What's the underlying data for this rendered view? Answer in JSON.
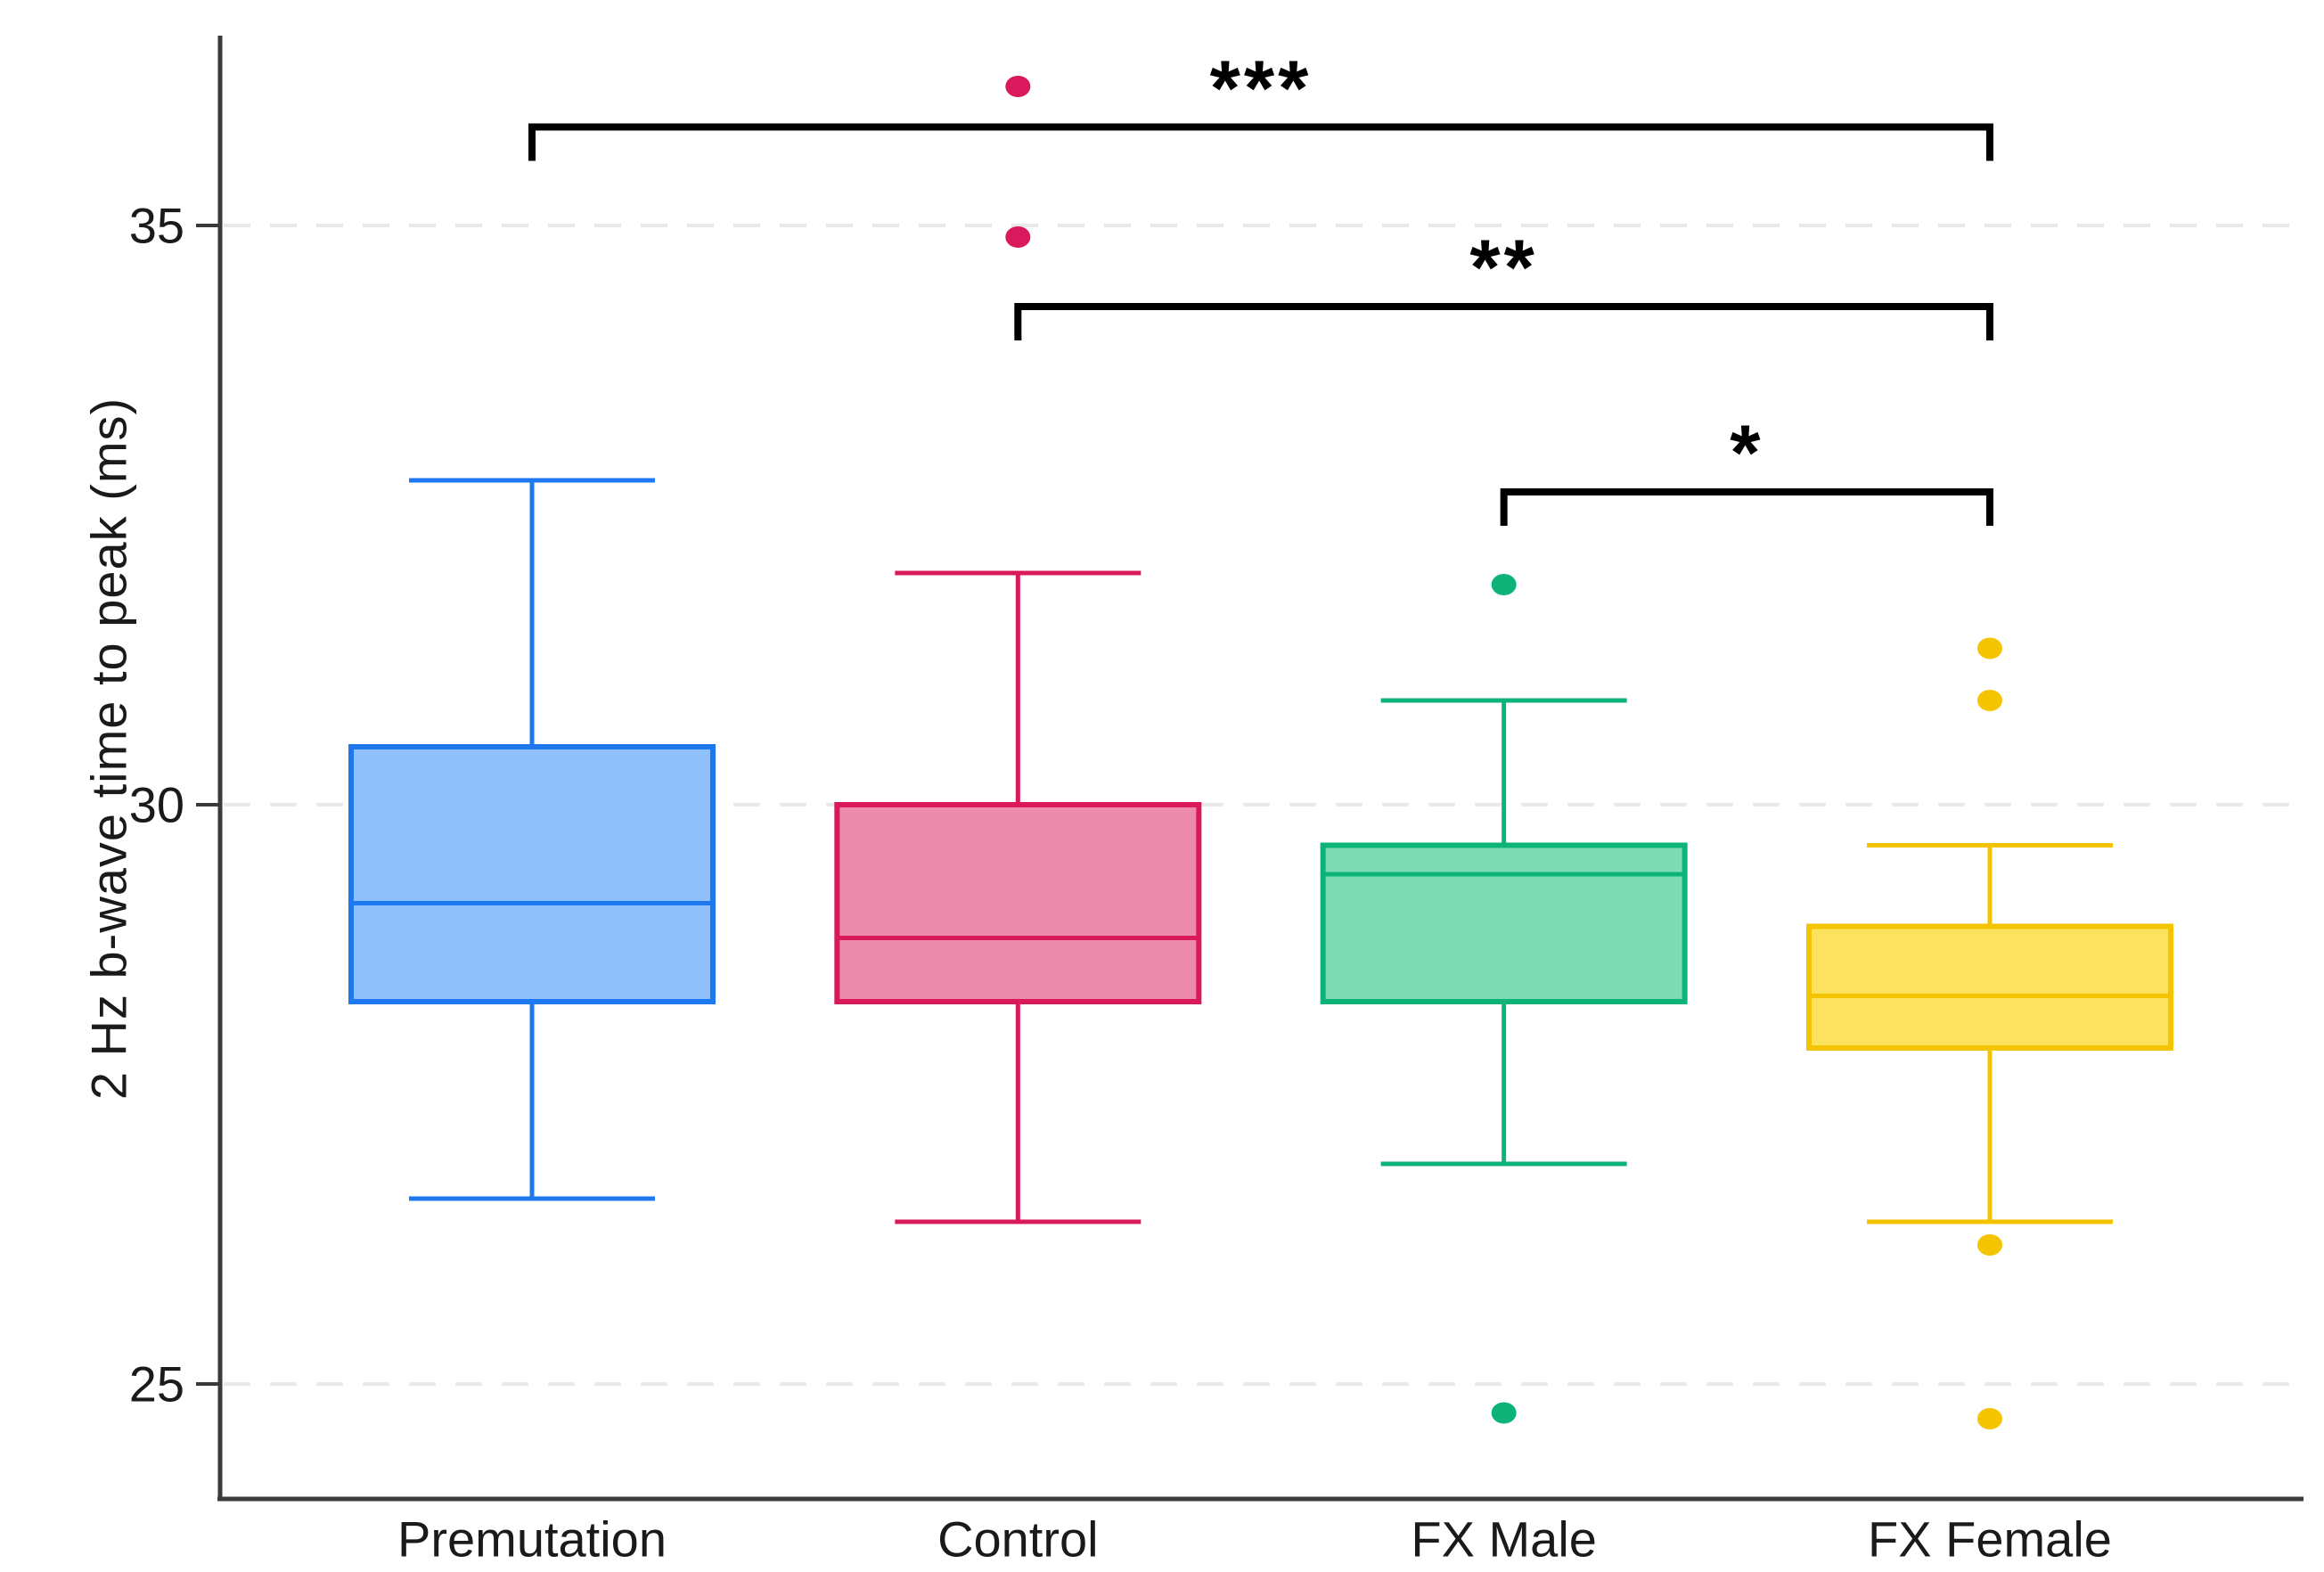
{
  "chart_data": {
    "type": "boxplot",
    "title": "",
    "ylabel": "2 Hz b-wave time to peak (ms)",
    "xlabel": "",
    "ylim": [
      24.0,
      36.7
    ],
    "grid": "horizontal dashed lines at y ticks",
    "legend": "none",
    "yticks": [
      {
        "label": "35",
        "value": 35
      },
      {
        "label": "30",
        "value": 30
      },
      {
        "label": "25",
        "value": 25
      }
    ],
    "categories": [
      "Premutation",
      "Control",
      "FX Male",
      "FX Female"
    ],
    "series": [
      {
        "name": "Premutation",
        "line_color": "#1E78F0",
        "fill_color": "#8FC0FB",
        "whisker_low": 26.6,
        "q1": 28.3,
        "median": 29.15,
        "q3": 30.5,
        "whisker_high": 32.8,
        "outliers": []
      },
      {
        "name": "Control",
        "line_color": "#D9195C",
        "fill_color": "#EC8BAB",
        "whisker_low": 26.4,
        "q1": 28.3,
        "median": 28.85,
        "q3": 30.0,
        "whisker_high": 32.0,
        "outliers": [
          36.2,
          34.9
        ]
      },
      {
        "name": "FX Male",
        "line_color": "#0DB378",
        "fill_color": "#7EDCB5",
        "whisker_low": 26.9,
        "q1": 28.3,
        "median": 29.4,
        "q3": 29.65,
        "whisker_high": 30.9,
        "outliers": [
          31.9,
          24.75
        ]
      },
      {
        "name": "FX Female",
        "line_color": "#F5C400",
        "fill_color": "#FBE360",
        "whisker_low": 26.4,
        "q1": 27.9,
        "median": 28.35,
        "q3": 28.95,
        "whisker_high": 29.65,
        "outliers": [
          31.35,
          30.9,
          26.2,
          24.7
        ]
      }
    ],
    "significance": [
      {
        "from": "Premutation",
        "to": "FX Female",
        "label": "***",
        "y": 35.85
      },
      {
        "from": "Control",
        "to": "FX Female",
        "label": "**",
        "y": 34.3
      },
      {
        "from": "FX Male",
        "to": "FX Female",
        "label": "*",
        "y": 32.7
      }
    ]
  }
}
